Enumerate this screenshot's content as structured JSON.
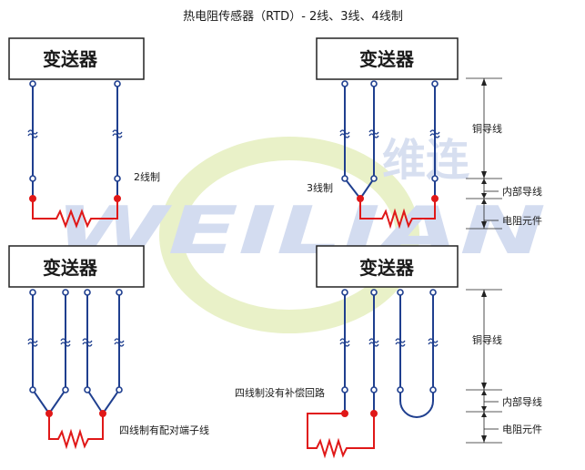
{
  "title": "热电阻传感器（RTD）- 2线、3线、4线制",
  "transmitter_label": "变送器",
  "watermark": {
    "cn": "维连",
    "en": "WEILIAN"
  },
  "labels": {
    "two_wire": "2线制",
    "three_wire": "3线制",
    "four_wire_paired": "四线制有配对端子线",
    "four_wire_no_comp": "四线制没有补偿回路"
  },
  "legend_top": {
    "copper": "铜导线",
    "internal": "内部导线",
    "element": "电阻元件"
  },
  "legend_bottom": {
    "copper": "铜导线",
    "internal": "内部导线",
    "element": "电阻元件"
  },
  "colors": {
    "wire": "#1f3f8f",
    "resistor": "#e01818",
    "watermark_blue": "#cfd8ee",
    "watermark_green": "#e9f1c8"
  }
}
